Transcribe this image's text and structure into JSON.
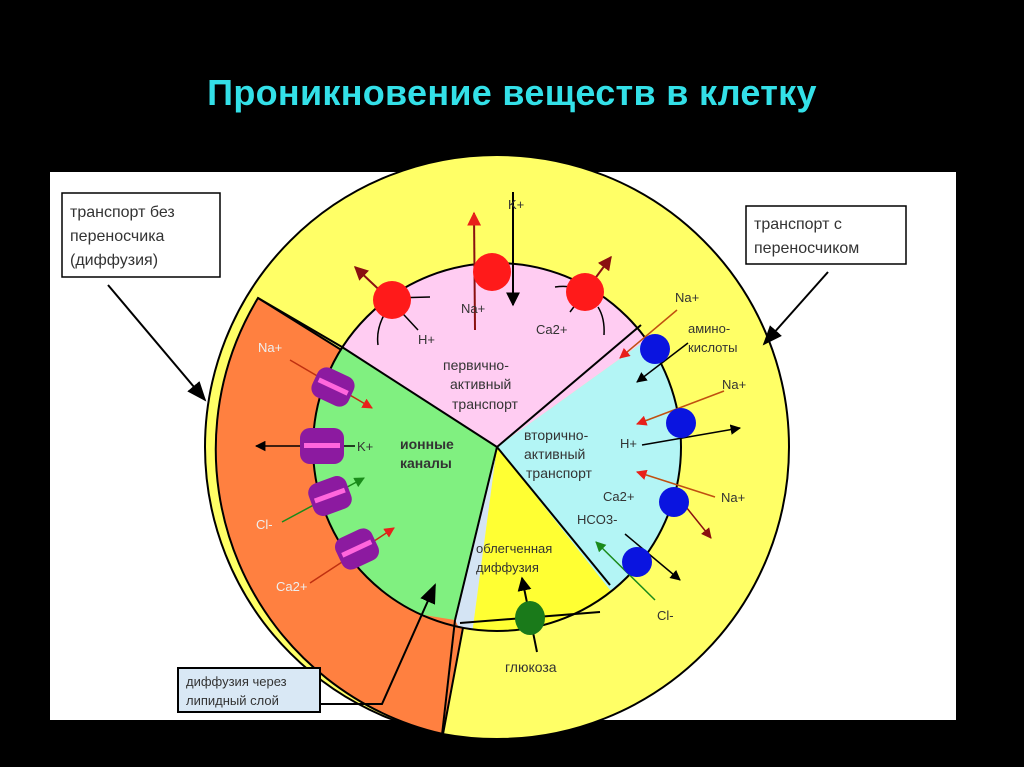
{
  "title": "Проникновение веществ в клетку",
  "colors": {
    "title": "#33e0e8",
    "outer_ring": "#ffff66",
    "diffusion_ring": "#ff8040",
    "primary_active": "#ffccf2",
    "ion_channels": "#80f080",
    "secondary_active": "#b3f5f5",
    "facilitated": "#ffff33",
    "lipid": "#d4e4f4",
    "pump": "#ff1a1a",
    "carrier": "#0a14e0",
    "channel": "#8c1aa0",
    "glucose": "#1a7a1a"
  },
  "callouts": {
    "no_carrier": [
      "транспорт без",
      "переносчика",
      "(диффузия)"
    ],
    "with_carrier": [
      "транспорт с",
      "переносчиком"
    ],
    "lipid_layer": [
      "диффузия через",
      "липидный слой"
    ]
  },
  "sectors": {
    "primary_active": [
      "первично-",
      "активный",
      "транспорт"
    ],
    "ion_channels": [
      "ионные",
      "каналы"
    ],
    "secondary_active": [
      "вторично-",
      "активный",
      "транспорт"
    ],
    "facilitated": [
      "облегченная",
      "диффузия"
    ]
  },
  "ions": {
    "primary": {
      "k": "K+",
      "na": "Na+",
      "h": "H+",
      "ca": "Ca2+"
    },
    "channels": {
      "na": "Na+",
      "k": "K+",
      "cl": "Cl-",
      "ca": "Ca2+"
    },
    "secondary": {
      "na1": "Na+",
      "amino": [
        "амино-",
        "кислоты"
      ],
      "na2": "Na+",
      "h": "H+",
      "ca": "Ca2+",
      "na3": "Na+",
      "hco3": "HCO3-",
      "cl": "Cl-"
    },
    "facilitated": {
      "glucose": "глюкоза"
    }
  }
}
